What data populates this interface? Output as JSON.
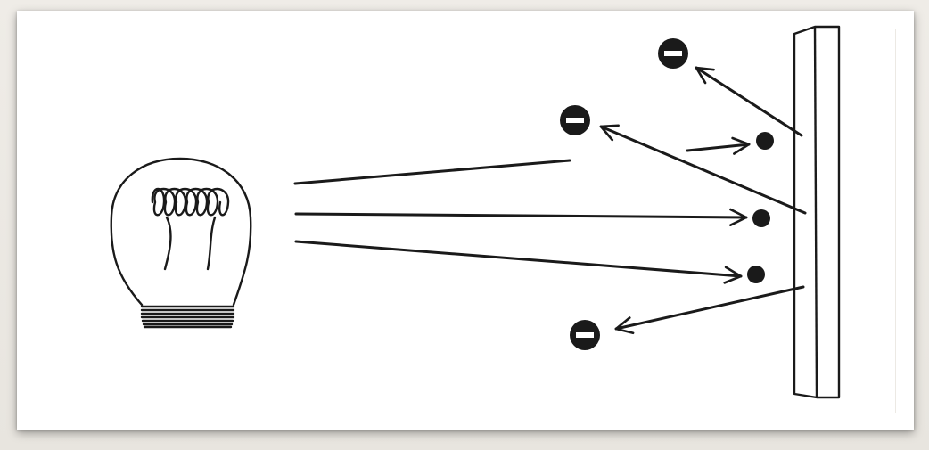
{
  "diagram": {
    "kind": "photoelectric-effect",
    "components": {
      "light_source": "light-bulb",
      "target": "metal-plate",
      "rays": 3,
      "ejected_electrons": 3,
      "plate_particles": 3
    },
    "electron_symbol": "negative-charge",
    "colors": {
      "ink": "#1a1a1a",
      "paper": "#ffffff",
      "background": "#ebe8e3"
    }
  }
}
